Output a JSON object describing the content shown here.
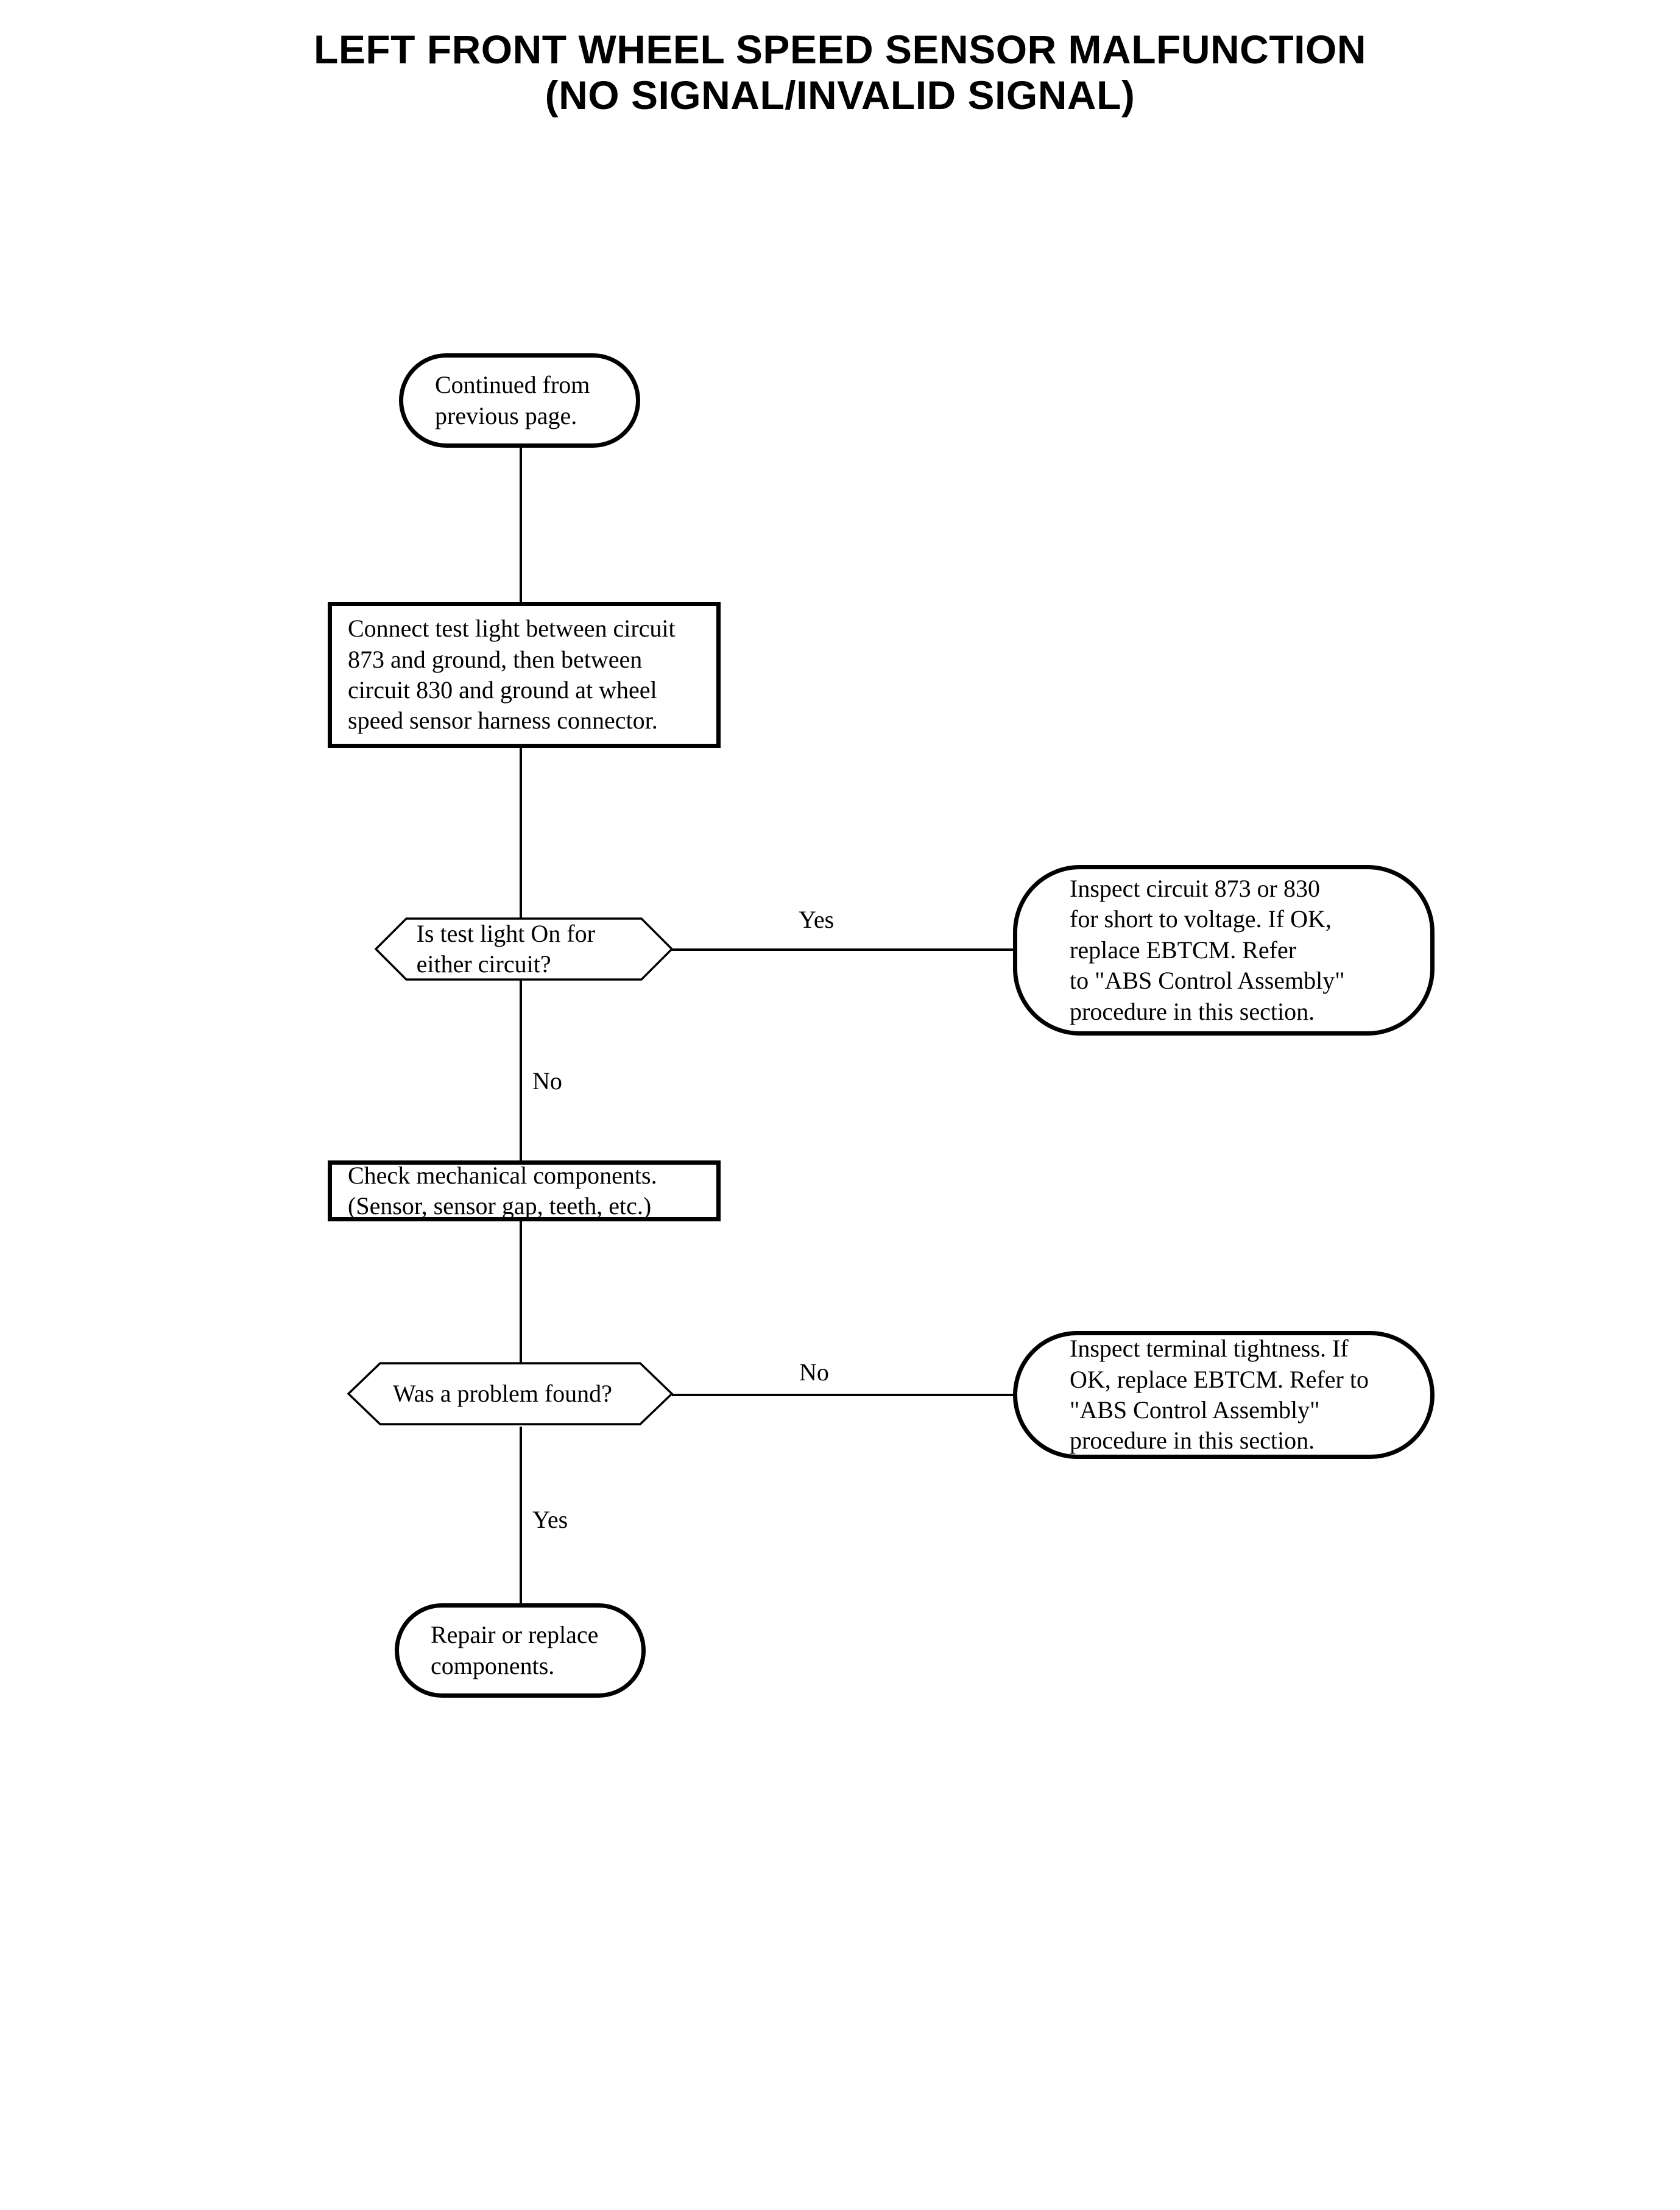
{
  "document": {
    "title_lines": [
      "LEFT FRONT WHEEL SPEED SENSOR MALFUNCTION",
      "(NO SIGNAL/INVALID SIGNAL)"
    ],
    "title_full": "LEFT FRONT WHEEL SPEED SENSOR MALFUNCTION (NO SIGNAL/INVALID SIGNAL)"
  },
  "flowchart": {
    "nodes": {
      "start": {
        "shape": "stadium",
        "text": "Continued from\nprevious page."
      },
      "process_test_light": {
        "shape": "rectangle",
        "text": "Connect test light between circuit\n873 and ground, then between\ncircuit 830 and ground at wheel\nspeed sensor harness connector."
      },
      "decision_test_light": {
        "shape": "hexagon",
        "text": "Is test light On for\neither circuit?"
      },
      "outcome_short_to_voltage": {
        "shape": "rounded-rectangle",
        "text": "Inspect circuit 873 or 830\nfor short to voltage. If OK,\nreplace EBTCM. Refer\nto \"ABS Control Assembly\"\nprocedure in this section."
      },
      "process_check_mechanical": {
        "shape": "rectangle",
        "text": "Check mechanical components.\n(Sensor, sensor gap, teeth, etc.)"
      },
      "decision_problem_found": {
        "shape": "hexagon",
        "text": "Was a problem found?"
      },
      "outcome_terminal_tightness": {
        "shape": "rounded-rectangle",
        "text": "Inspect terminal tightness. If\nOK, replace EBTCM. Refer to\n\"ABS Control Assembly\"\nprocedure in this section."
      },
      "end": {
        "shape": "stadium",
        "text": "Repair or replace\ncomponents."
      }
    },
    "branch_labels": {
      "test_light_yes": "Yes",
      "test_light_no": "No",
      "problem_found_no": "No",
      "problem_found_yes": "Yes"
    },
    "colors": {
      "ink": "#000000",
      "paper": "#ffffff"
    }
  }
}
